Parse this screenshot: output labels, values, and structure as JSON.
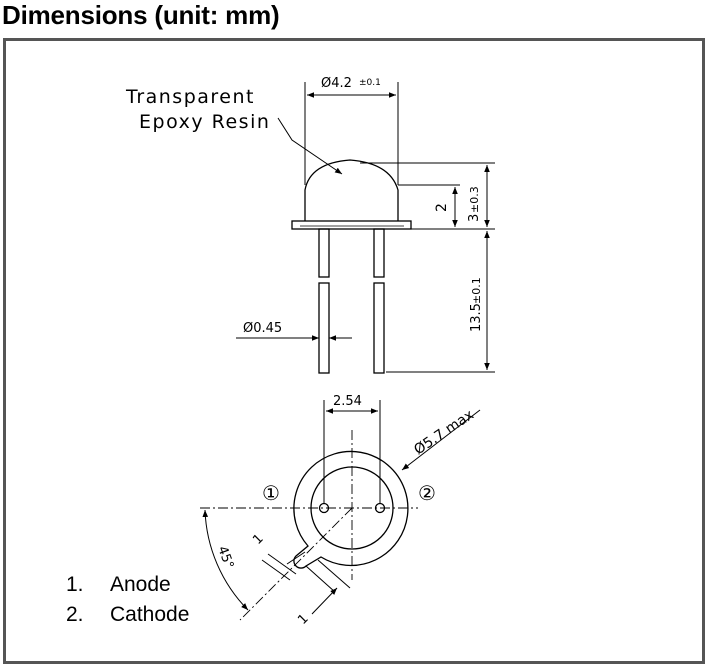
{
  "title": "Dimensions (unit: mm)",
  "labels": {
    "material_line1": "Transparent",
    "material_line2": "Epoxy Resin",
    "lens_diameter": "Ø4.2",
    "lens_diameter_tol": "±0.1",
    "dome_height": "2",
    "total_height": "3",
    "total_height_tol": "±0.3",
    "lead_length": "13.5",
    "lead_length_tol": "±0.1",
    "lead_diameter": "Ø0.45",
    "pin_pitch": "2.54",
    "flange_diameter": "Ø5.7 max",
    "tab_angle": "45°",
    "tab_width_a": "1",
    "tab_width_b": "1",
    "pin1_marker": "①",
    "pin2_marker": "②"
  },
  "pins": [
    {
      "number": "1.",
      "name": "Anode"
    },
    {
      "number": "2.",
      "name": "Cathode"
    }
  ],
  "colors": {
    "frame": "#555555",
    "ink": "#000000"
  }
}
